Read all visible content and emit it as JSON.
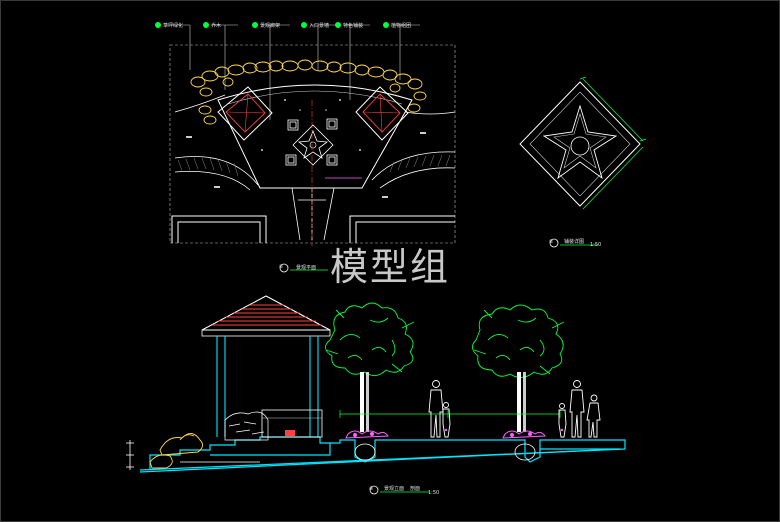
{
  "watermark": "模型组",
  "plan": {
    "callouts": [
      "草坪绿化",
      "乔木",
      "景观廊架",
      "入口景墙",
      "特色铺装",
      "植物组团"
    ],
    "view_number": "①",
    "caption": "景观平面"
  },
  "detail": {
    "view_number": "②",
    "caption": "铺装详图",
    "scale": "1:50"
  },
  "section": {
    "view_number": "③",
    "caption": "景观立面",
    "suffix": "剖面",
    "scale": "1:50"
  },
  "colors": {
    "white": "#ffffff",
    "green": "#00ff3c",
    "yellow": "#ffd54a",
    "red": "#ff4040",
    "magenta": "#ff60ff",
    "cyan": "#00e5ff"
  }
}
